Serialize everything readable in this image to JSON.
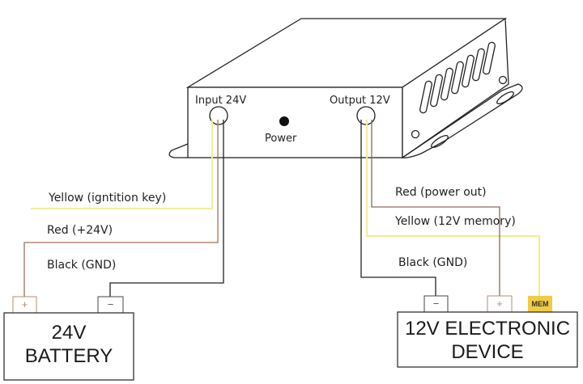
{
  "device": {
    "input_label": "Input 24V",
    "output_label": "Output 12V",
    "power_label": "Power"
  },
  "wires_left": {
    "yellow": "Yellow (igntition key)",
    "red": "Red (+24V)",
    "black": "Black (GND)"
  },
  "wires_right": {
    "red": "Red (power out)",
    "yellow": "Yellow (12V memory)",
    "black": "Black (GND)"
  },
  "battery": {
    "line1": "24V",
    "line2": "BATTERY",
    "plus": "+",
    "minus": "−"
  },
  "load": {
    "line1": "12V ELECTRONIC",
    "line2": "DEVICE",
    "plus": "+",
    "minus": "−",
    "mem": "MEM"
  },
  "colors": {
    "yellow_wire": "#f2ec9c",
    "red_wire": "#a0705a",
    "black_wire": "#222222",
    "mem_fill": "#f0cc44"
  }
}
